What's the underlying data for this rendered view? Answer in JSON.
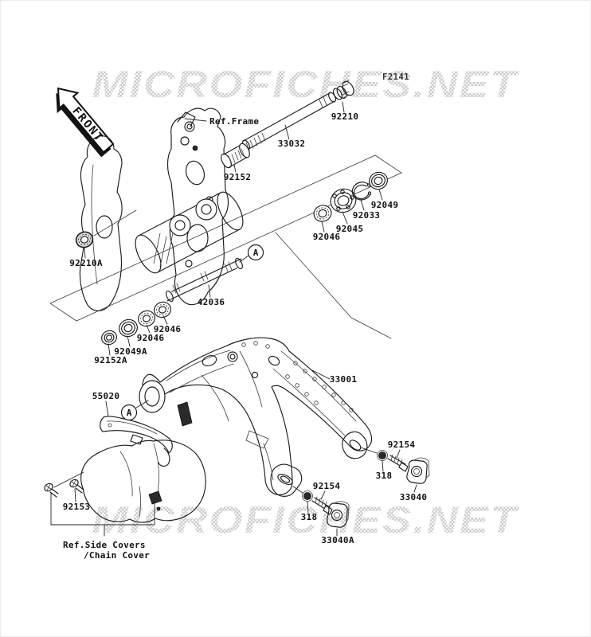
{
  "page": {
    "background": "#ffffff",
    "line_color": "#1c1c1c",
    "watermark_color": "#bfbfbf"
  },
  "watermark": {
    "text": "MICROFICHES.NET"
  },
  "figure": {
    "code": "F2141"
  },
  "front_arrow": {
    "label": "FRONT"
  },
  "view_marker": {
    "letter": "A"
  },
  "references": {
    "frame": "Ref.Frame",
    "side_covers": "Ref.Side Covers",
    "chain_cover": "/Chain Cover"
  },
  "parts": {
    "pivot_shaft": "33032",
    "pivot_nut": "92210",
    "pivot_collar": "92152",
    "seal_right": "92049",
    "circlip": "92033",
    "ball_bearing": "92045",
    "needle_bearing_right": "92046",
    "cap_left": "92210A",
    "center_axle": "42036",
    "needle_bearing_mid": "92046",
    "needle_bearing_left": "92046",
    "seal_left": "92049A",
    "collar_left": "92152A",
    "swingarm": "33001",
    "chain_slider": "55020",
    "adjuster_bolt_left": "92154",
    "locknut_left": "318",
    "adjuster_block_left": "33040A",
    "adjuster_bolt_right": "92154",
    "locknut_right": "318",
    "adjuster_block_right": "33040",
    "cover_screw": "92153"
  }
}
